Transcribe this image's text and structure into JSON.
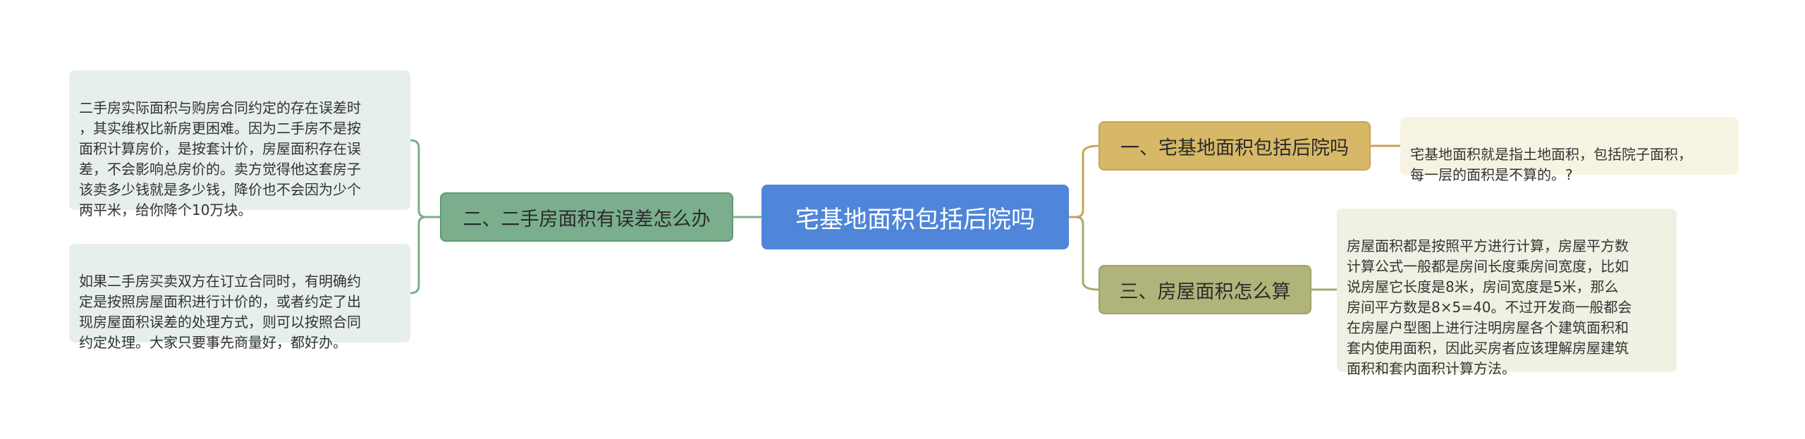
{
  "colors": {
    "root_fill": "#4f86d9",
    "branch_left_fill": "#7aae8d",
    "branch_right_1_fill": "#d7b867",
    "branch_right_2_fill": "#b1b47a",
    "leaf_green_fill": "#e6efe9",
    "leaf_cream_fill": "#f7f3e2",
    "leaf_olive_fill": "#f0f0e3",
    "connector_green": "#7aae8d",
    "connector_yellow": "#c9a551",
    "connector_olive": "#a6a96b"
  },
  "mindmap": {
    "root": {
      "label": "宅基地面积包括后院吗"
    },
    "left_branch": {
      "label": "二、二手房面积有误差怎么办",
      "leaves": [
        {
          "text": "二手房实际面积与购房合同约定的存在误差时\n，其实维权比新房更困难。因为二手房不是按\n面积计算房价，是按套计价，房屋面积存在误\n差，不会影响总房价的。卖方觉得他这套房子\n该卖多少钱就是多少钱，降价也不会因为少个\n两平米，给你降个10万块。"
        },
        {
          "text": "如果二手房买卖双方在订立合同时，有明确约\n定是按照房屋面积进行计价的，或者约定了出\n现房屋面积误差的处理方式，则可以按照合同\n约定处理。大家只要事先商量好，都好办。"
        }
      ]
    },
    "right_branches": [
      {
        "label": "一、宅基地面积包括后院吗",
        "leaf": {
          "text": "宅基地面积就是指土地面积，包括院子面积，\n每一层的面积是不算的。?"
        }
      },
      {
        "label": "三、房屋面积怎么算",
        "leaf": {
          "text": "房屋面积都是按照平方进行计算，房屋平方数\n计算公式一般都是房间长度乘房间宽度，比如\n说房屋它长度是8米，房间宽度是5米，那么\n房间平方数是8×5=40。不过开发商一般都会\n在房屋户型图上进行注明房屋各个建筑面积和\n套内使用面积，因此买房者应该理解房屋建筑\n面积和套内面积计算方法。"
        }
      }
    ]
  }
}
